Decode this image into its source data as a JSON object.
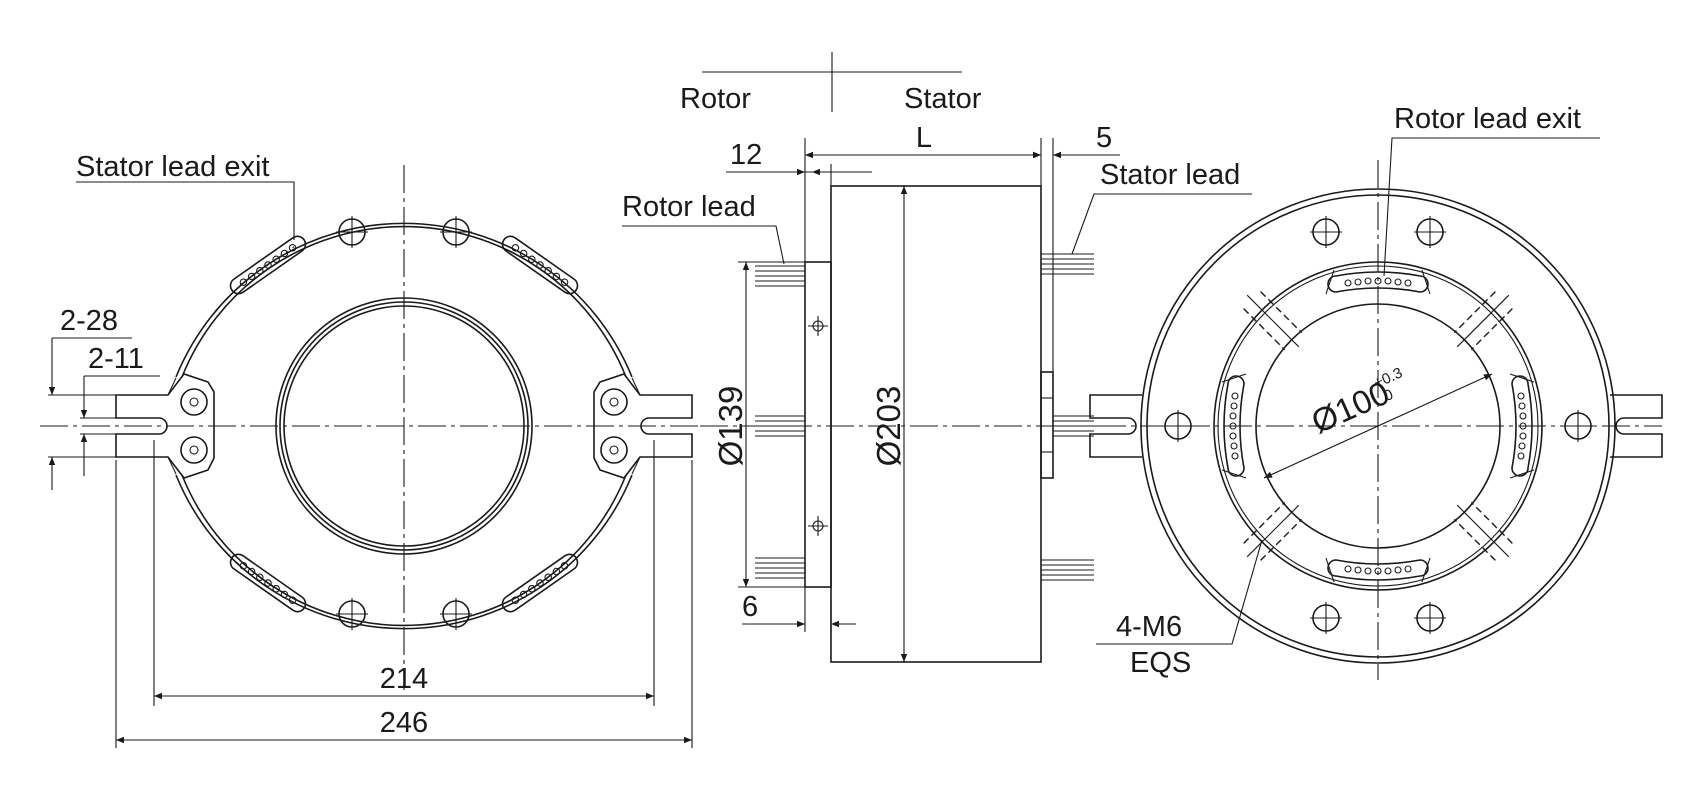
{
  "labels": {
    "stator_lead_exit": "Stator lead exit",
    "rotor_lead_exit": "Rotor lead exit",
    "rotor": "Rotor",
    "stator": "Stator",
    "rotor_lead": "Rotor lead",
    "stator_lead": "Stator lead"
  },
  "dimensions": {
    "slot_width": "2-28",
    "slot_hole": "2-11",
    "bolt_span": "214",
    "overall_width": "246",
    "rotor_offset": "12",
    "length": "L",
    "stator_offset": "5",
    "rotor_diameter": "Ø139",
    "body_diameter": "Ø203",
    "flange_thickness": "6",
    "bore_diameter": "Ø100",
    "bore_tol_upper": "+0.3",
    "bore_tol_lower": "0",
    "threads": "4-M6",
    "threads_note": "EQS"
  }
}
